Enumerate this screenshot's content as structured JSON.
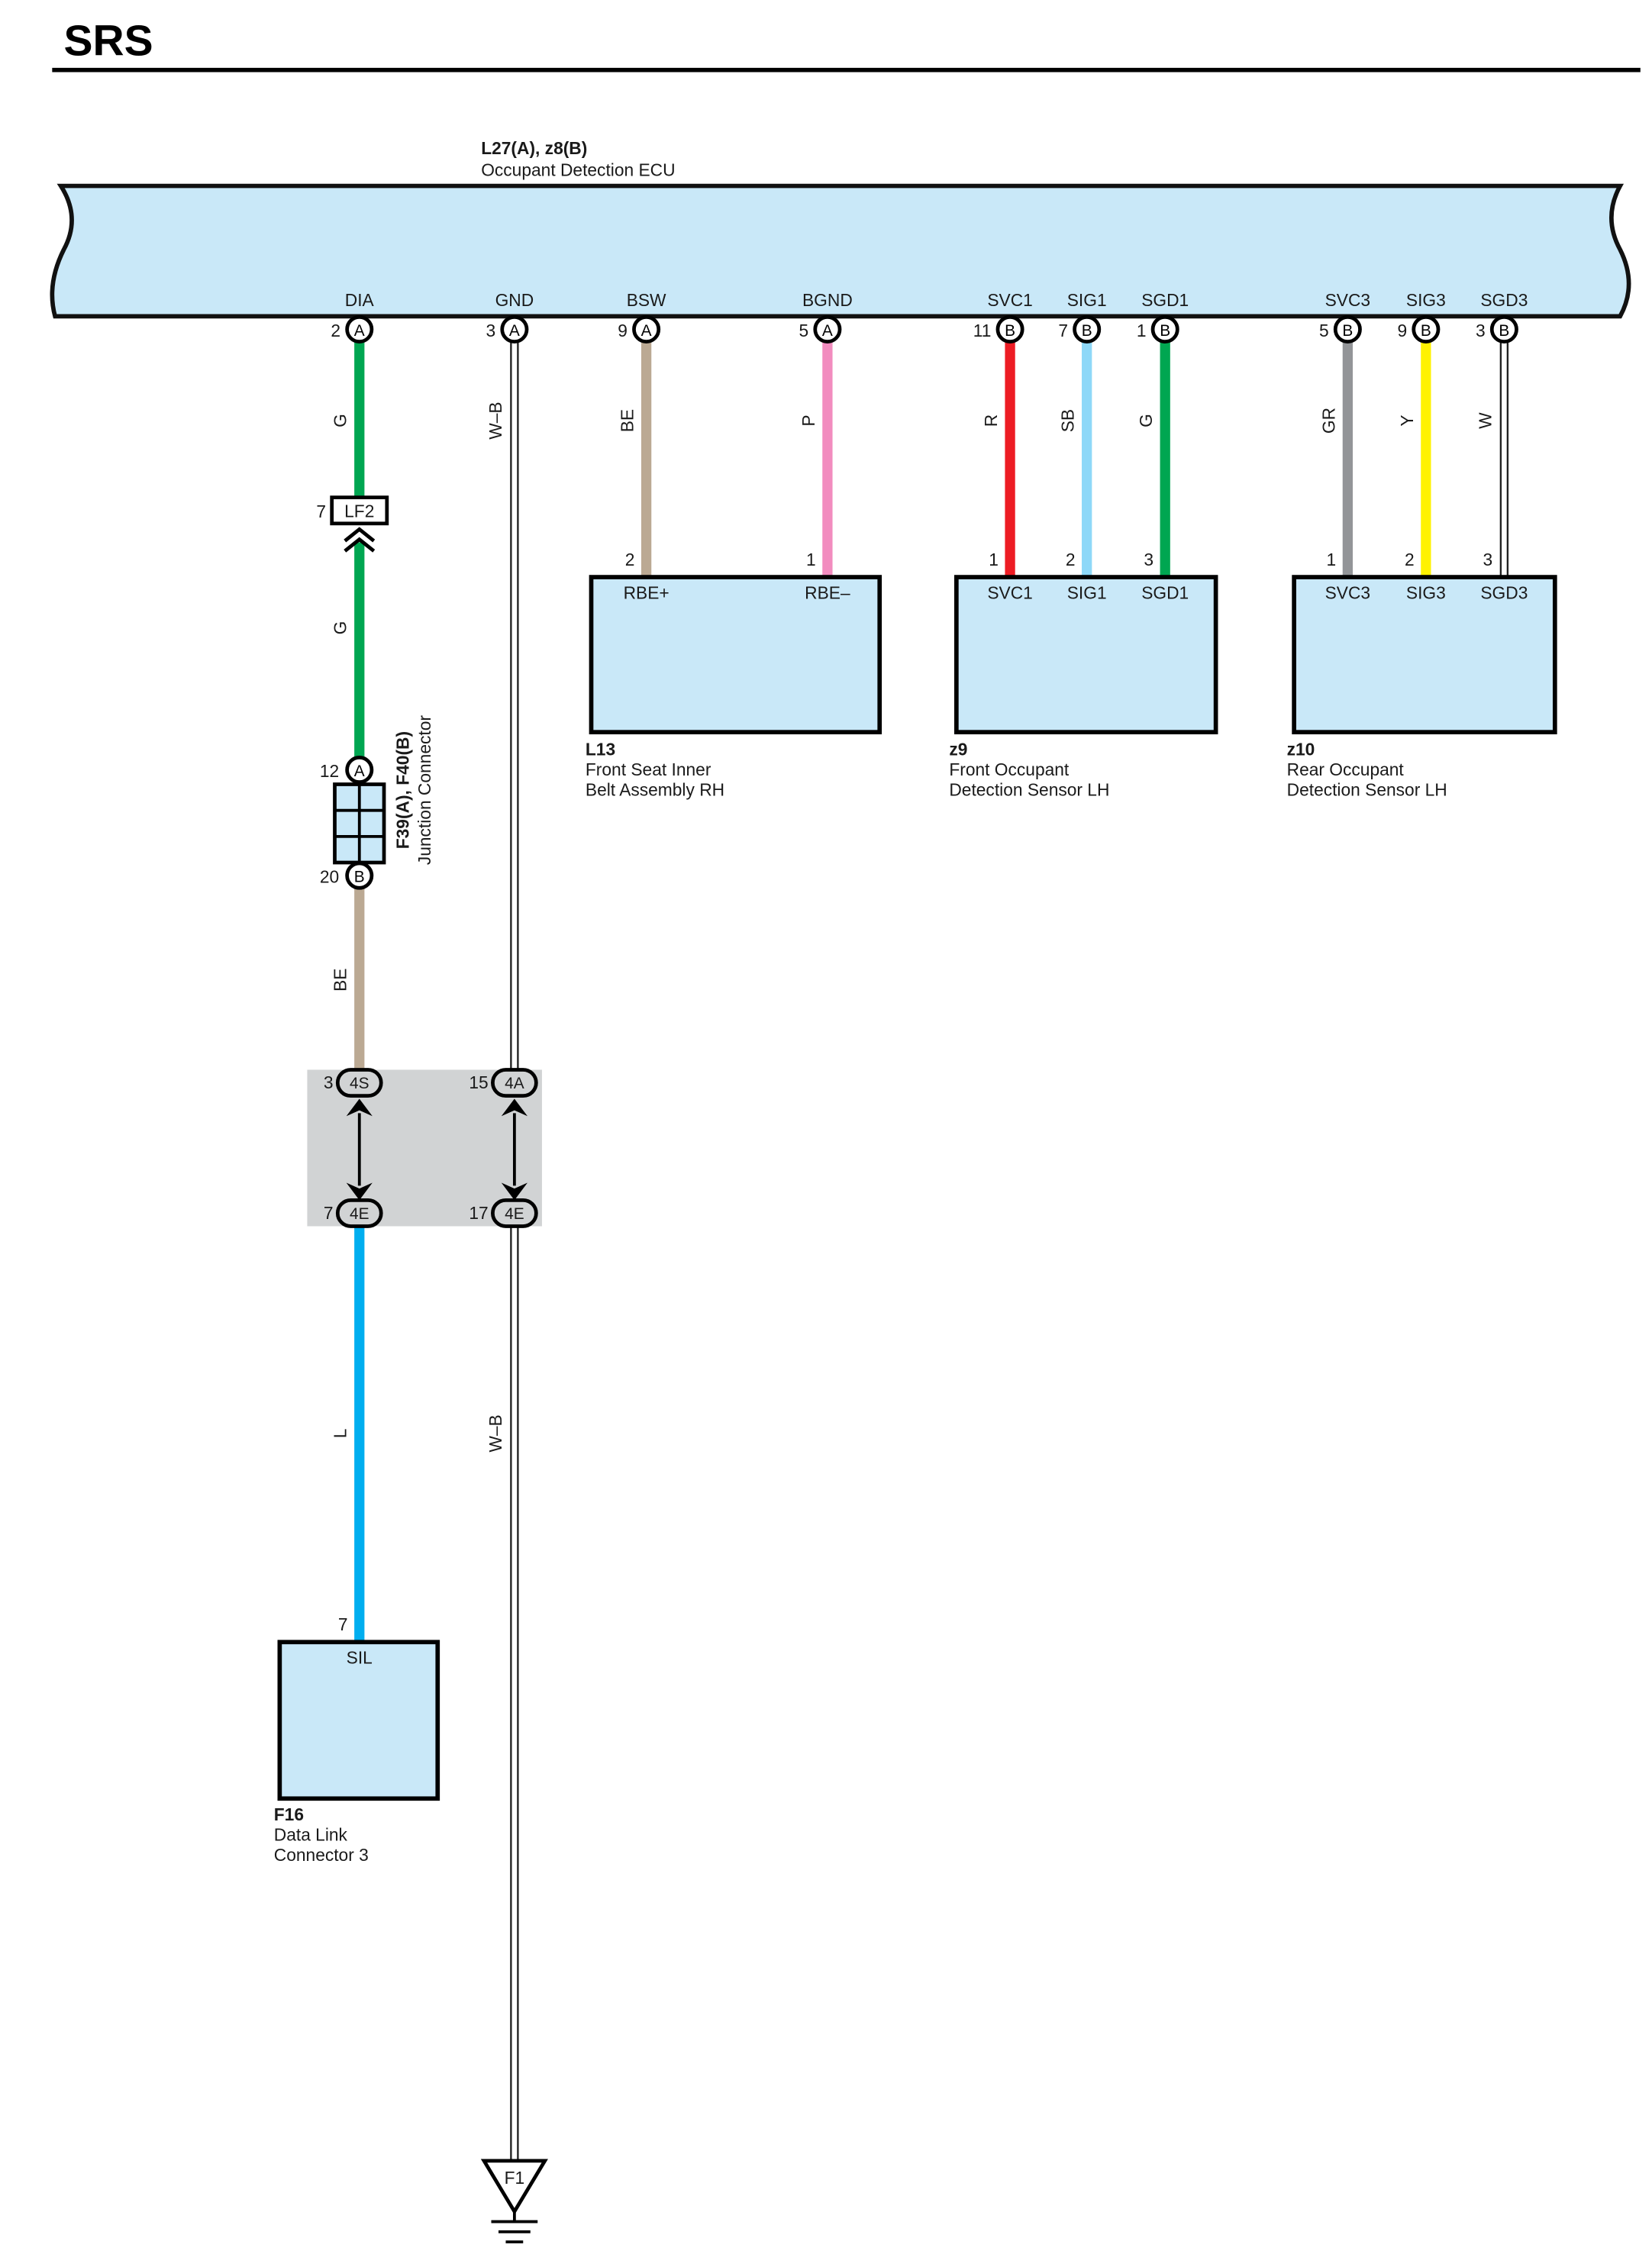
{
  "page_title": "SRS",
  "ecu": {
    "ref": "L27(A), z8(B)",
    "name": "Occupant Detection ECU",
    "terminals": [
      {
        "label": "DIA",
        "pin": "2",
        "conn": "A"
      },
      {
        "label": "GND",
        "pin": "3",
        "conn": "A"
      },
      {
        "label": "BSW",
        "pin": "9",
        "conn": "A"
      },
      {
        "label": "BGND",
        "pin": "5",
        "conn": "A"
      },
      {
        "label": "SVC1",
        "pin": "11",
        "conn": "B"
      },
      {
        "label": "SIG1",
        "pin": "7",
        "conn": "B"
      },
      {
        "label": "SGD1",
        "pin": "1",
        "conn": "B"
      },
      {
        "label": "SVC3",
        "pin": "5",
        "conn": "B"
      },
      {
        "label": "SIG3",
        "pin": "9",
        "conn": "B"
      },
      {
        "label": "SGD3",
        "pin": "3",
        "conn": "B"
      }
    ]
  },
  "wire_colors": {
    "G": "#00a651",
    "W-B": "#ffffff",
    "BE": "#bba993",
    "P": "#f28cbf",
    "R": "#ed1c24",
    "SB": "#8ed8f8",
    "GR": "#939598",
    "Y": "#fff200",
    "W": "#ffffff",
    "L": "#00aeef"
  },
  "wire_labels": {
    "dia_upper": "G",
    "dia_mid": "G",
    "dia_lower": "BE",
    "dia_bottom": "L",
    "gnd_upper": "W–B",
    "gnd_lower": "W–B",
    "bsw": "BE",
    "bgnd": "P",
    "svc1": "R",
    "sig1": "SB",
    "sgd1": "G",
    "svc3": "GR",
    "sig3": "Y",
    "sgd3": "W"
  },
  "inline_connector": {
    "pin": "7",
    "name": "LF2"
  },
  "junction_connector": {
    "ref": "F39(A), F40(B)",
    "name": "Junction Connector",
    "top_pin": "12",
    "top_conn": "A",
    "bottom_pin": "20",
    "bottom_conn": "B"
  },
  "splice": {
    "dia_top_pin": "3",
    "dia_top": "4S",
    "dia_bottom_pin": "7",
    "dia_bottom": "4E",
    "gnd_top_pin": "15",
    "gnd_top": "4A",
    "gnd_bottom_pin": "17",
    "gnd_bottom": "4E"
  },
  "components": [
    {
      "ref": "L13",
      "line1": "Front Seat Inner",
      "line2": "Belt Assembly RH",
      "pins": [
        {
          "num": "2",
          "label": "RBE+"
        },
        {
          "num": "1",
          "label": "RBE–"
        }
      ]
    },
    {
      "ref": "z9",
      "line1": "Front Occupant",
      "line2": "Detection Sensor LH",
      "pins": [
        {
          "num": "1",
          "label": "SVC1"
        },
        {
          "num": "2",
          "label": "SIG1"
        },
        {
          "num": "3",
          "label": "SGD1"
        }
      ]
    },
    {
      "ref": "z10",
      "line1": "Rear Occupant",
      "line2": "Detection Sensor LH",
      "pins": [
        {
          "num": "1",
          "label": "SVC3"
        },
        {
          "num": "2",
          "label": "SIG3"
        },
        {
          "num": "3",
          "label": "SGD3"
        }
      ]
    },
    {
      "ref": "F16",
      "line1": "Data Link",
      "line2": "Connector 3",
      "pins": [
        {
          "num": "7",
          "label": "SIL"
        }
      ]
    }
  ],
  "ground": {
    "label": "F1"
  }
}
